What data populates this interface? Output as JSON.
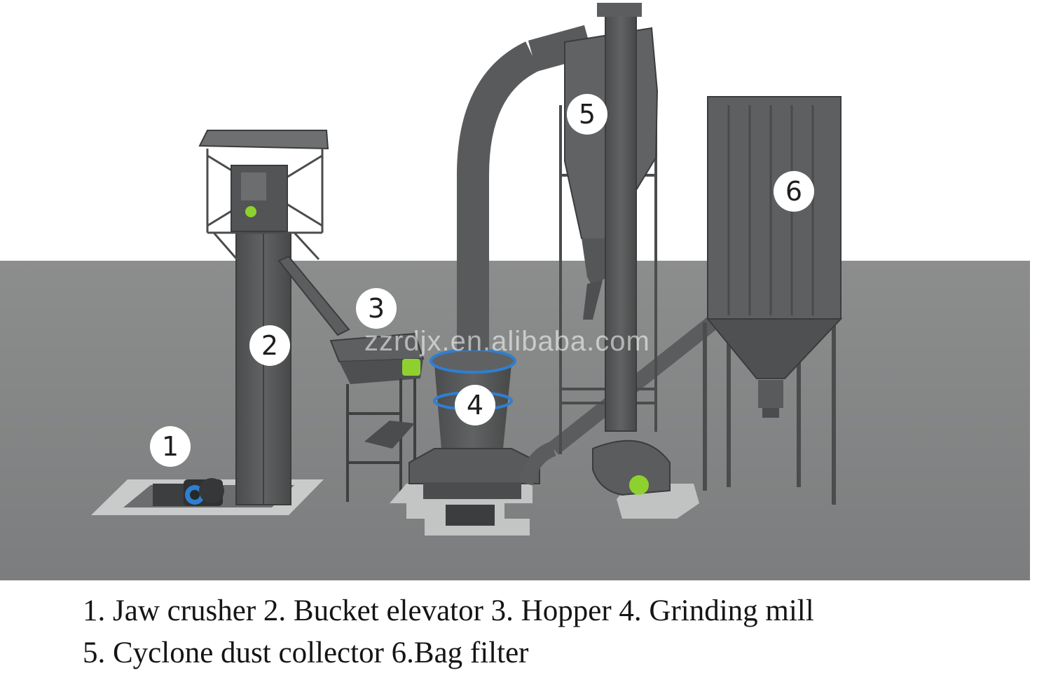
{
  "watermark": "zzrdjx.en.alibaba.com",
  "labels": [
    {
      "id": "1",
      "name": "Jaw crusher"
    },
    {
      "id": "2",
      "name": "Bucket elevator"
    },
    {
      "id": "3",
      "name": "Hopper"
    },
    {
      "id": "4",
      "name": "Grinding mill"
    },
    {
      "id": "5",
      "name": "Cyclone dust collector"
    },
    {
      "id": "6",
      "name": "Bag filter"
    }
  ],
  "caption": {
    "line1": "1. Jaw crusher 2. Bucket elevator 3. Hopper 4. Grinding mill",
    "line2": "5. Cyclone dust collector 6.Bag filter"
  },
  "colors": {
    "floor": "#8e8f8f",
    "machine": "#555758",
    "machine_dark": "#3f4142",
    "accent_green": "#8ed12f",
    "accent_blue": "#2f7fd0"
  }
}
